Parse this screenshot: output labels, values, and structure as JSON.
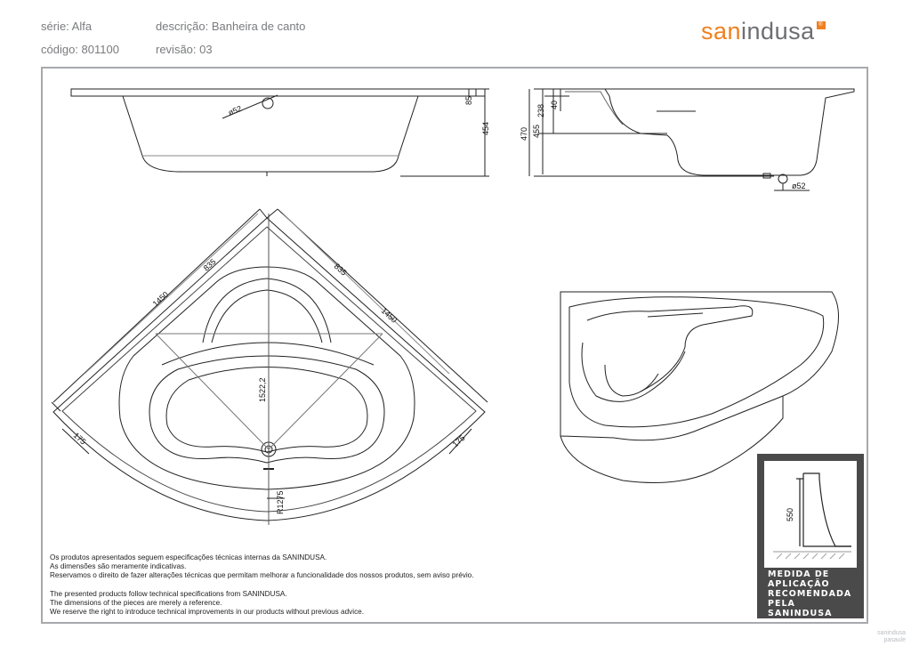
{
  "header": {
    "serie": "série: Alfa",
    "descricao": "descrição: Banheira de canto",
    "codigo": "código: 801100",
    "revisao": "revisão: 03"
  },
  "logo": {
    "part1": "san",
    "part2": "indusa",
    "mark": "®"
  },
  "dimensions": {
    "front_width_hole": "ø52",
    "front_rim": "85",
    "front_height": "454",
    "side_total_height": "470",
    "side_inner_height": "455",
    "side_seat": "238",
    "side_rim": "40",
    "side_drain": "ø52",
    "plan_side_left": "1450",
    "plan_side_right": "1450",
    "plan_inner_left": "835",
    "plan_inner_right": "835",
    "plan_diagonal": "1522,2",
    "plan_edge_left": "175",
    "plan_edge_right": "175",
    "plan_radius": "R1275",
    "badge_height": "550"
  },
  "notes": {
    "pt1": "Os produtos apresentados seguem especificações técnicas internas da SANINDUSA.",
    "pt2": "As dimensões são meramente indicativas.",
    "pt3": "Reservamos o direito de fazer alterações técnicas que permitam melhorar a funcionalidade dos nossos produtos, sem aviso prévio.",
    "en1": "The presented products follow technical specifications from SANINDUSA.",
    "en2": "The dimensions of the pieces are merely a reference.",
    "en3": "We reserve the right to introduce technical improvements in our products without previous advice."
  },
  "badge": {
    "line1": "MEDIDA DE",
    "line2": "APLICAÇÃO",
    "line3": "RECOMENDADA",
    "line4": "PELA SANINDUSA"
  },
  "watermark": {
    "line1": "sanindusa",
    "line2": "pasaule"
  }
}
